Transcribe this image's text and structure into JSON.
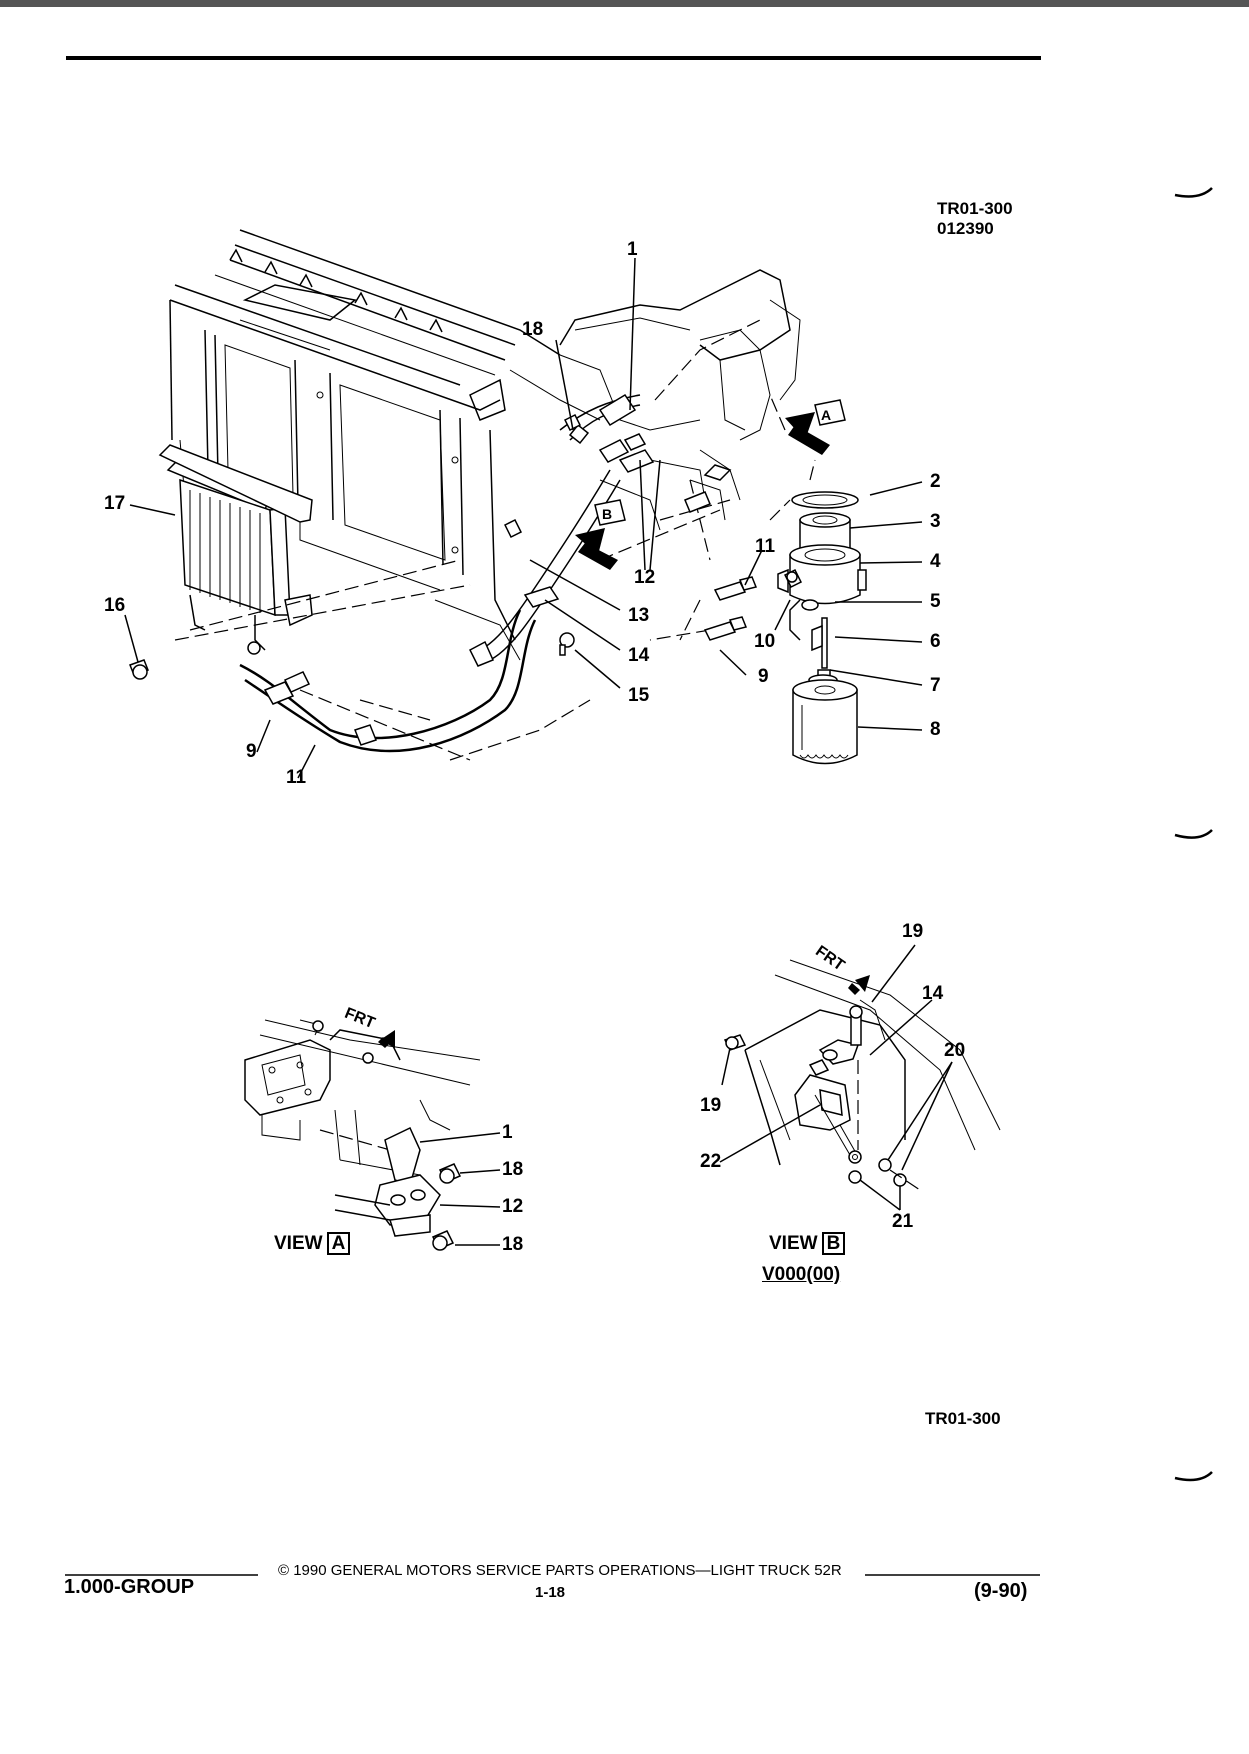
{
  "header": {
    "doc_code": "TR01-300",
    "doc_number": "012390"
  },
  "main_diagram": {
    "callouts": {
      "c1": "1",
      "c2": "2",
      "c3": "3",
      "c4": "4",
      "c5": "5",
      "c6": "6",
      "c7": "7",
      "c8": "8",
      "c9a": "9",
      "c9b": "9",
      "c10": "10",
      "c11a": "11",
      "c11b": "11",
      "c12": "12",
      "c13": "13",
      "c14": "14",
      "c15": "15",
      "c16": "16",
      "c17": "17",
      "c18": "18"
    },
    "arrow_labels": {
      "a": "A",
      "b": "B"
    }
  },
  "view_a": {
    "label": "VIEW",
    "letter": "A",
    "frt": "FRT",
    "callouts": {
      "c1": "1",
      "c18a": "18",
      "c12": "12",
      "c18b": "18"
    }
  },
  "view_b": {
    "label": "VIEW",
    "letter": "B",
    "code": "V000(00)",
    "frt": "FRT",
    "callouts": {
      "c19a": "19",
      "c14": "14",
      "c20": "20",
      "c19b": "19",
      "c22": "22",
      "c21": "21"
    }
  },
  "bottom_code": "TR01-300",
  "footer": {
    "group": "1.000-GROUP",
    "copyright": "© 1990 GENERAL MOTORS SERVICE PARTS OPERATIONS—LIGHT TRUCK 52R",
    "page": "1-18",
    "date": "(9-90)"
  }
}
